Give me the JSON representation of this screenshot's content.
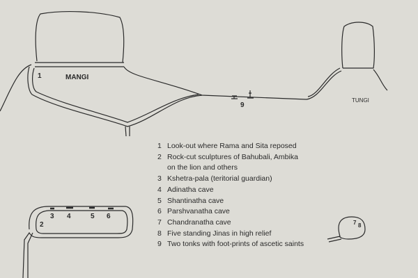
{
  "map": {
    "places": {
      "mangi": "MANGI",
      "tungi": "TUNGI"
    },
    "markers": {
      "m1": "1",
      "m9": "9",
      "m2": "2",
      "m3": "3",
      "m4": "4",
      "m5": "5",
      "m6": "6",
      "m7": "7",
      "m8": "8"
    }
  },
  "legend": {
    "items": [
      {
        "num": "1",
        "text": "Look-out where Rama and Sita reposed"
      },
      {
        "num": "2",
        "text": "Rock-cut sculptures of Bahubali, Ambika",
        "cont": "on the lion and others"
      },
      {
        "num": "3",
        "text": "Kshetra-pala  (teritorial guardian)"
      },
      {
        "num": "4",
        "text": "Adinatha  cave"
      },
      {
        "num": "5",
        "text": "Shantinatha  cave"
      },
      {
        "num": "6",
        "text": "Parshvanatha  cave"
      },
      {
        "num": "7",
        "text": "Chandranatha  cave"
      },
      {
        "num": "8",
        "text": "Five standing Jinas in high relief"
      },
      {
        "num": "9",
        "text": "Two tonks with foot-prints of ascetic saints"
      }
    ]
  }
}
